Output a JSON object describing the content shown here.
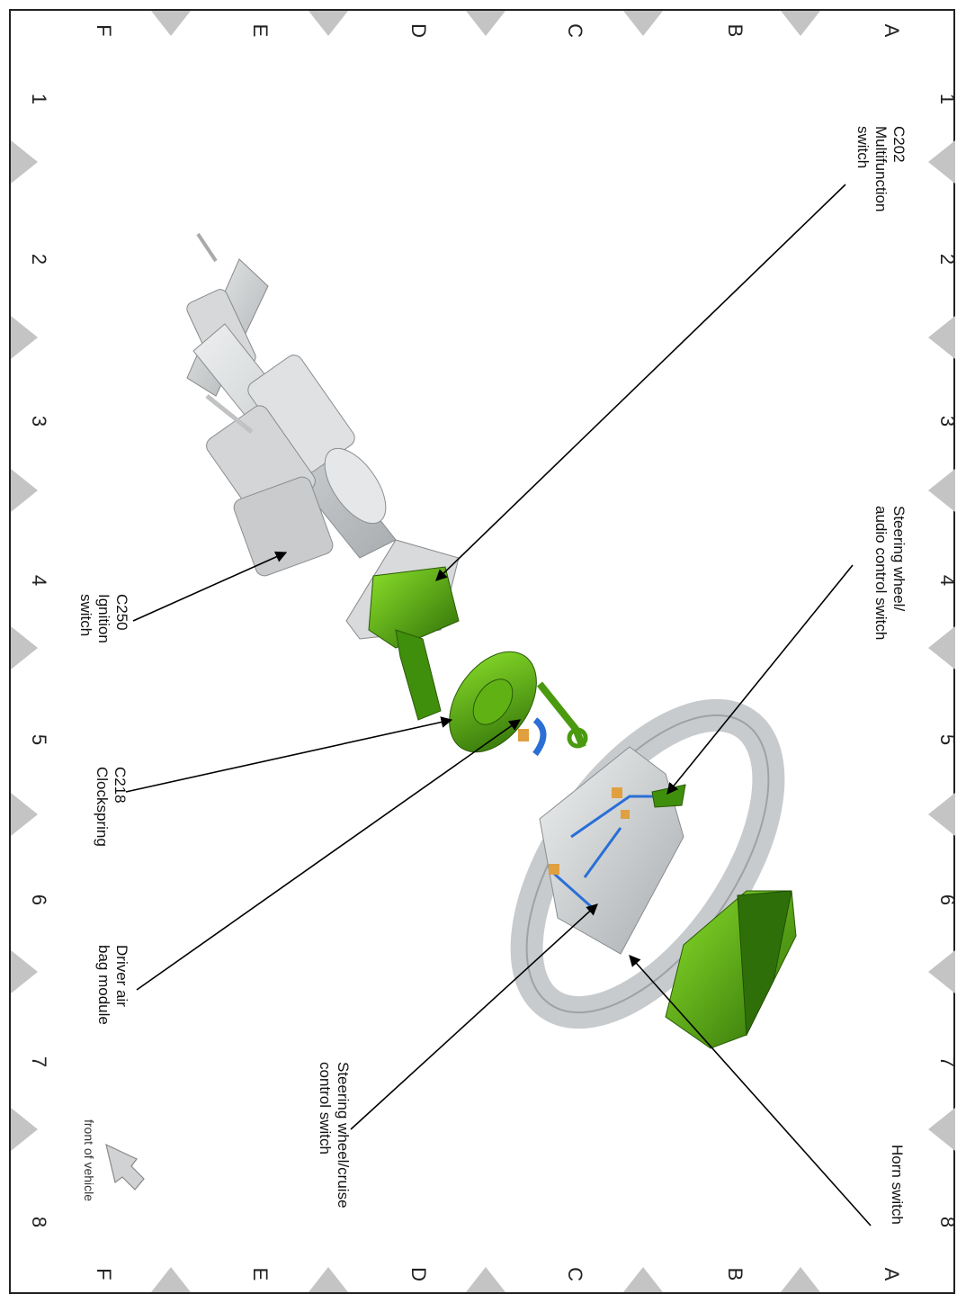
{
  "grid": {
    "letters": [
      "A",
      "B",
      "C",
      "D",
      "E",
      "F"
    ],
    "numbers": [
      "1",
      "2",
      "3",
      "4",
      "5",
      "6",
      "7",
      "8"
    ]
  },
  "callouts": {
    "c202": [
      "C202",
      "Multifunction",
      "switch"
    ],
    "audio": [
      "Steering wheel/",
      "audio control switch"
    ],
    "c250": [
      "C250",
      "Ignition",
      "switch"
    ],
    "c218": [
      "C218",
      "Clockspring"
    ],
    "airbag": [
      "Driver air",
      "bag module"
    ],
    "cruise": [
      "Steering wheel/cruise",
      "control switch"
    ],
    "horn": [
      "Horn switch"
    ]
  },
  "front_of_vehicle": "front of vehicle",
  "colors": {
    "component_green": "#3f8f0c",
    "component_green_light": "#7ad11f",
    "column_grey": "#cfd2d3",
    "wire_blue": "#2a6fd6",
    "connector_orange": "#e0a040",
    "border_triangle": "#c4c4c4"
  }
}
